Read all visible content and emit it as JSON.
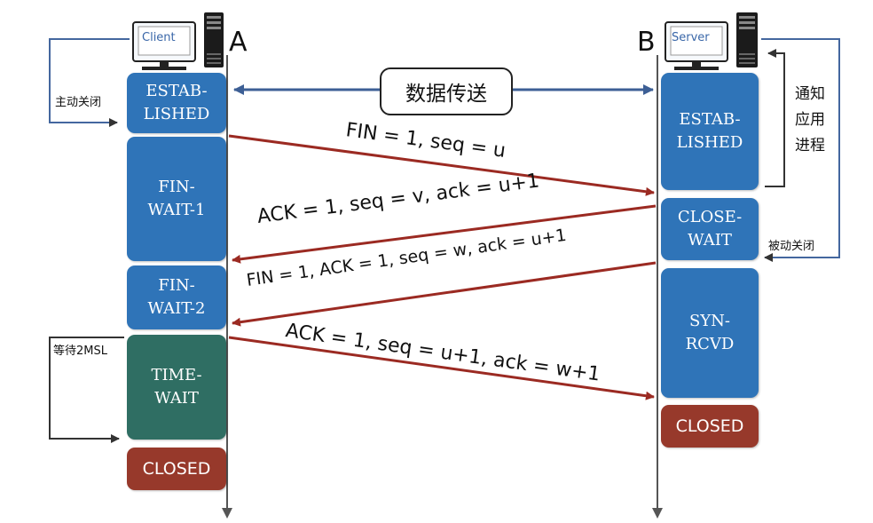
{
  "client": {
    "label": "Client",
    "letter": "A"
  },
  "server": {
    "label": "Server",
    "letter": "B"
  },
  "data_transfer": "数据传送",
  "client_states": [
    {
      "text": "ESTAB-\nLISHED",
      "color": "#2f74b8"
    },
    {
      "text": "FIN-\nWAIT-1",
      "color": "#2f74b8"
    },
    {
      "text": "FIN-\nWAIT-2",
      "color": "#2f74b8"
    },
    {
      "text": "TIME-\nWAIT",
      "color": "#2f6e63"
    },
    {
      "text": "CLOSED",
      "color": "#97392b"
    }
  ],
  "server_states": [
    {
      "text": "ESTAB-\nLISHED",
      "color": "#2f74b8"
    },
    {
      "text": "CLOSE-\nWAIT",
      "color": "#2f74b8"
    },
    {
      "text": "SYN-\nRCVD",
      "color": "#2f74b8"
    },
    {
      "text": "CLOSED",
      "color": "#97392b"
    }
  ],
  "messages": [
    "FIN = 1,  seq = u",
    "ACK = 1,  seq = v,  ack = u+1",
    "FIN = 1,  ACK = 1,  seq = w,   ack = u+1",
    "ACK = 1,  seq = u+1,  ack = w+1"
  ],
  "annotations": {
    "active_close": "主动关闭",
    "passive_close": "被动关闭",
    "notify_app": "通知\n应用\n进程",
    "wait_2msl": "等待2MSL"
  },
  "colors": {
    "arrow_red": "#9b2a22",
    "arrow_blue": "#3d5f95",
    "bracket": "#44679f"
  }
}
